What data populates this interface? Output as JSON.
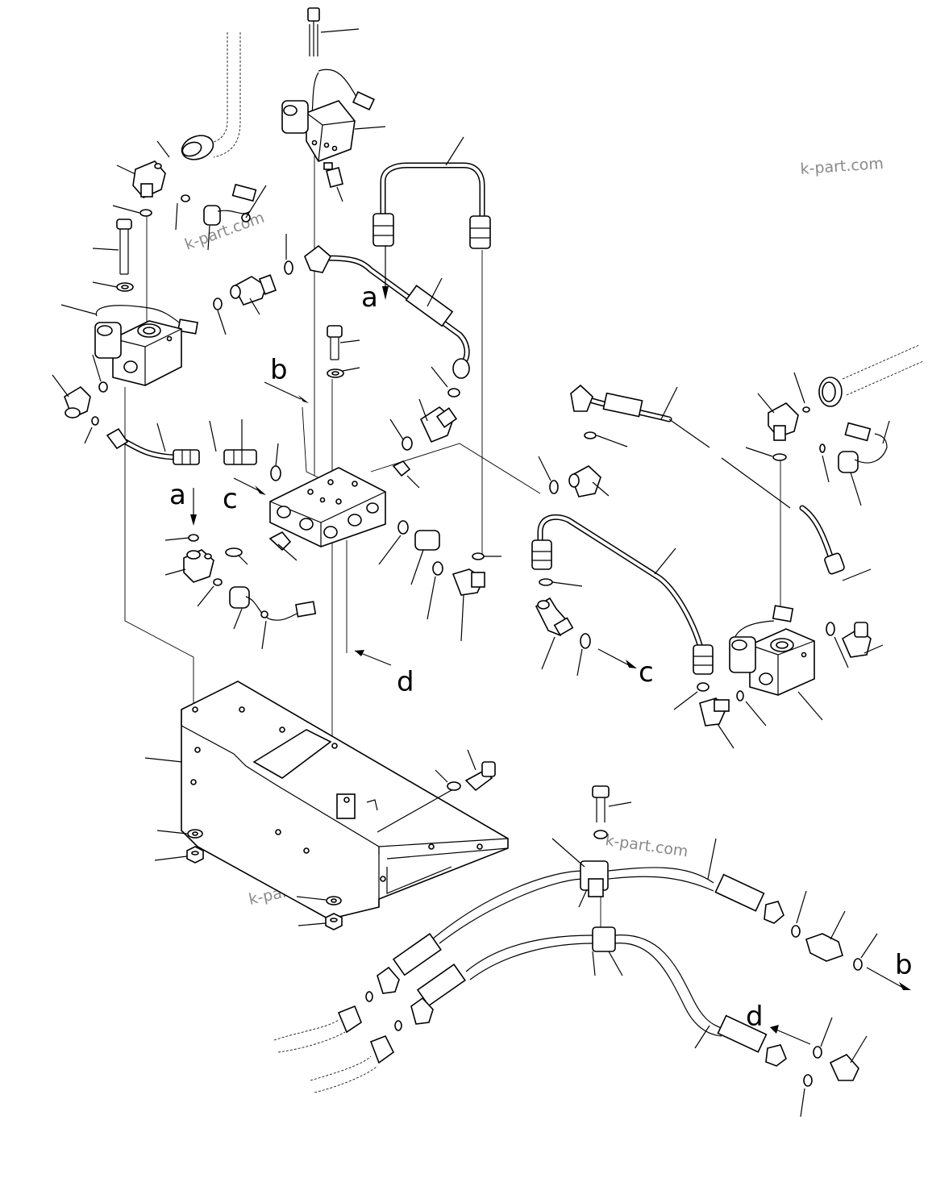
{
  "watermark": "k-part.com",
  "labels": {
    "a": "a",
    "b": "b",
    "c": "c",
    "d": "d"
  }
}
